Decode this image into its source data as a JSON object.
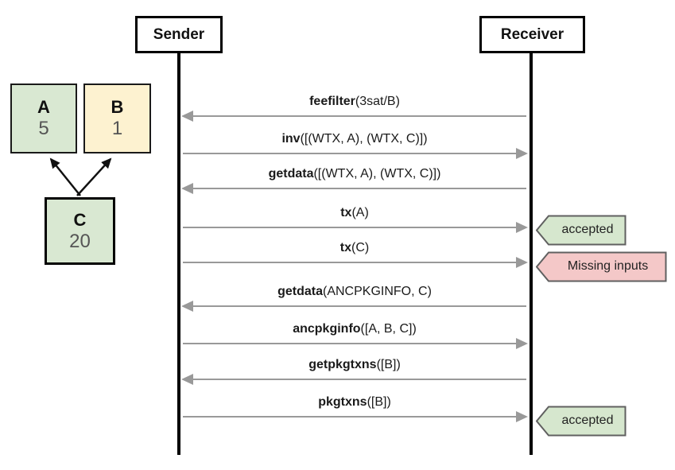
{
  "actors": [
    {
      "label": "Sender"
    },
    {
      "label": "Receiver"
    }
  ],
  "graph": {
    "nodes": [
      {
        "id": "A",
        "label": "A",
        "value": "5",
        "fill": "#d9e8d2"
      },
      {
        "id": "B",
        "label": "B",
        "value": "1",
        "fill": "#fdf2d0"
      },
      {
        "id": "C",
        "label": "C",
        "value": "20",
        "fill": "#d9e8d2"
      }
    ],
    "edges": [
      {
        "from": "C",
        "to": "A"
      },
      {
        "from": "C",
        "to": "B"
      }
    ]
  },
  "messages": [
    {
      "name": "feefilter",
      "args": "(3sat/B)",
      "direction": "to-sender"
    },
    {
      "name": "inv",
      "args": "([(WTX, A), (WTX, C)])",
      "direction": "to-receiver"
    },
    {
      "name": "getdata",
      "args": "([(WTX, A), (WTX, C)])",
      "direction": "to-sender"
    },
    {
      "name": "tx",
      "args": "(A)",
      "direction": "to-receiver",
      "result": "accepted"
    },
    {
      "name": "tx",
      "args": "(C)",
      "direction": "to-receiver",
      "result": "Missing inputs"
    },
    {
      "name": "getdata",
      "args": "(ANCPKGINFO, C)",
      "direction": "to-sender"
    },
    {
      "name": "ancpkginfo",
      "args": "([A, B, C])",
      "direction": "to-receiver"
    },
    {
      "name": "getpkgtxns",
      "args": "([B])",
      "direction": "to-sender"
    },
    {
      "name": "pkgtxns",
      "args": "([B])",
      "direction": "to-receiver",
      "result": "accepted"
    }
  ],
  "badges": [
    {
      "label": "accepted",
      "type": "success",
      "fill": "#d6e7ce"
    },
    {
      "label": "Missing inputs",
      "type": "error",
      "fill": "#f4c8c8"
    },
    {
      "label": "accepted",
      "type": "success",
      "fill": "#d6e7ce"
    }
  ],
  "colors": {
    "node_green": "#d9e8d2",
    "node_yellow": "#fdf2d0",
    "badge_green": "#d6e7ce",
    "badge_pink": "#f4c8c8",
    "badge_border": "#606060",
    "arrow_gray": "#999999",
    "line_black": "#000000"
  }
}
